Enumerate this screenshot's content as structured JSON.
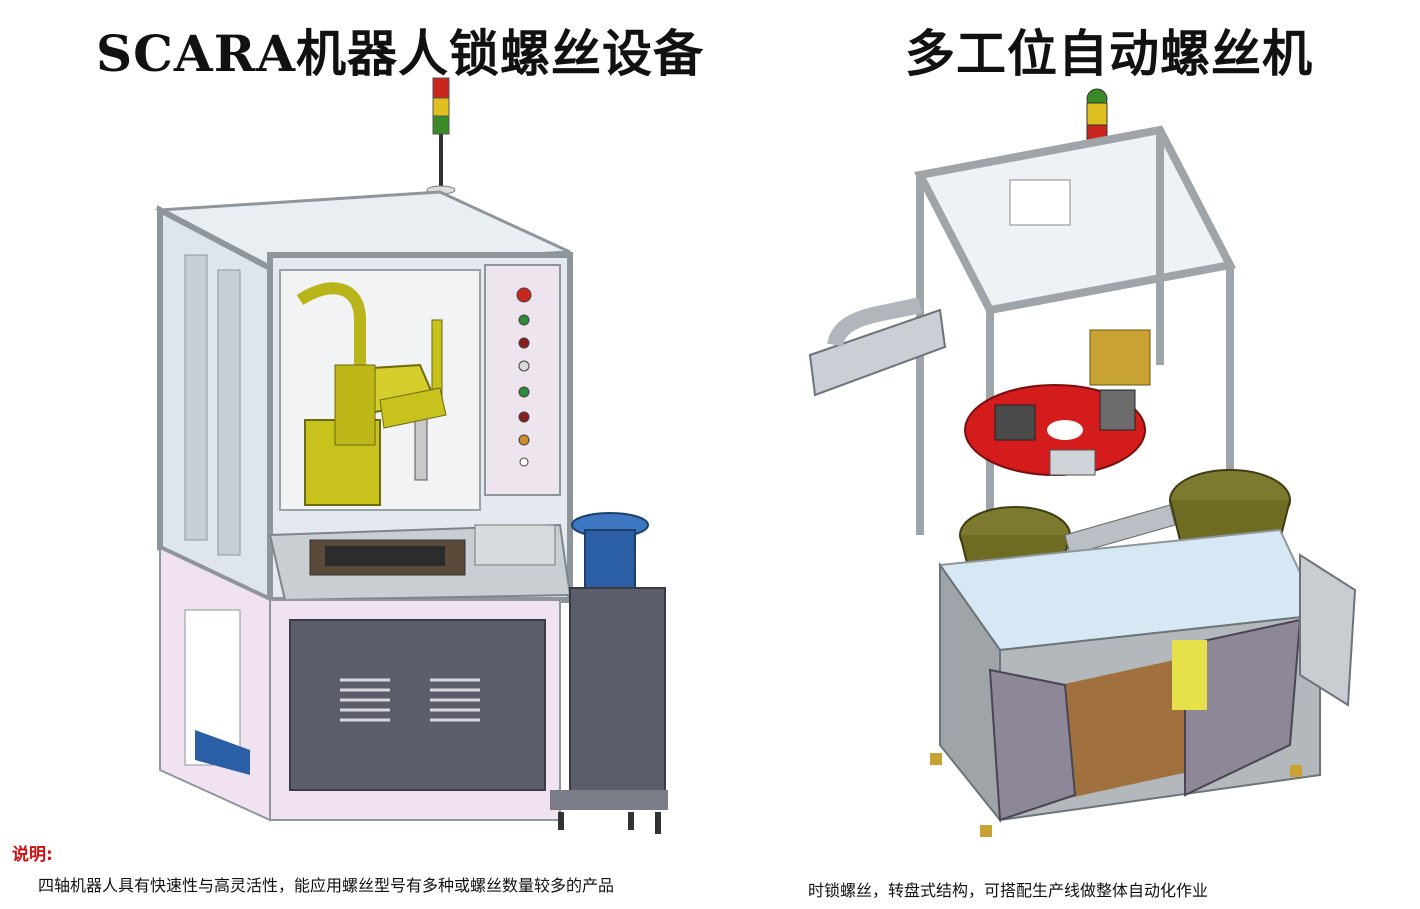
{
  "titles": {
    "left": "SCARA机器人锁螺丝设备",
    "right": "多工位自动螺丝机"
  },
  "notes": {
    "label": "说明:",
    "left_text": "四轴机器人具有快速性与高灵活性，能应用螺丝型号有多种或螺丝数量较多的产品",
    "right_text": "时锁螺丝，转盘式结构，可搭配生产线做整体自动化作业"
  },
  "colors": {
    "frame": "#9ea4a8",
    "glass": "#d9e0e6",
    "base_panel": "#f0e2f0",
    "dark_panel": "#5b5d6b",
    "robot": "#c8c21c",
    "feeder_blue": "#2a5fa6",
    "bowl_olive": "#7c7a2e",
    "turntable_red": "#d41c1c",
    "table_blue": "#d6e8f4"
  }
}
